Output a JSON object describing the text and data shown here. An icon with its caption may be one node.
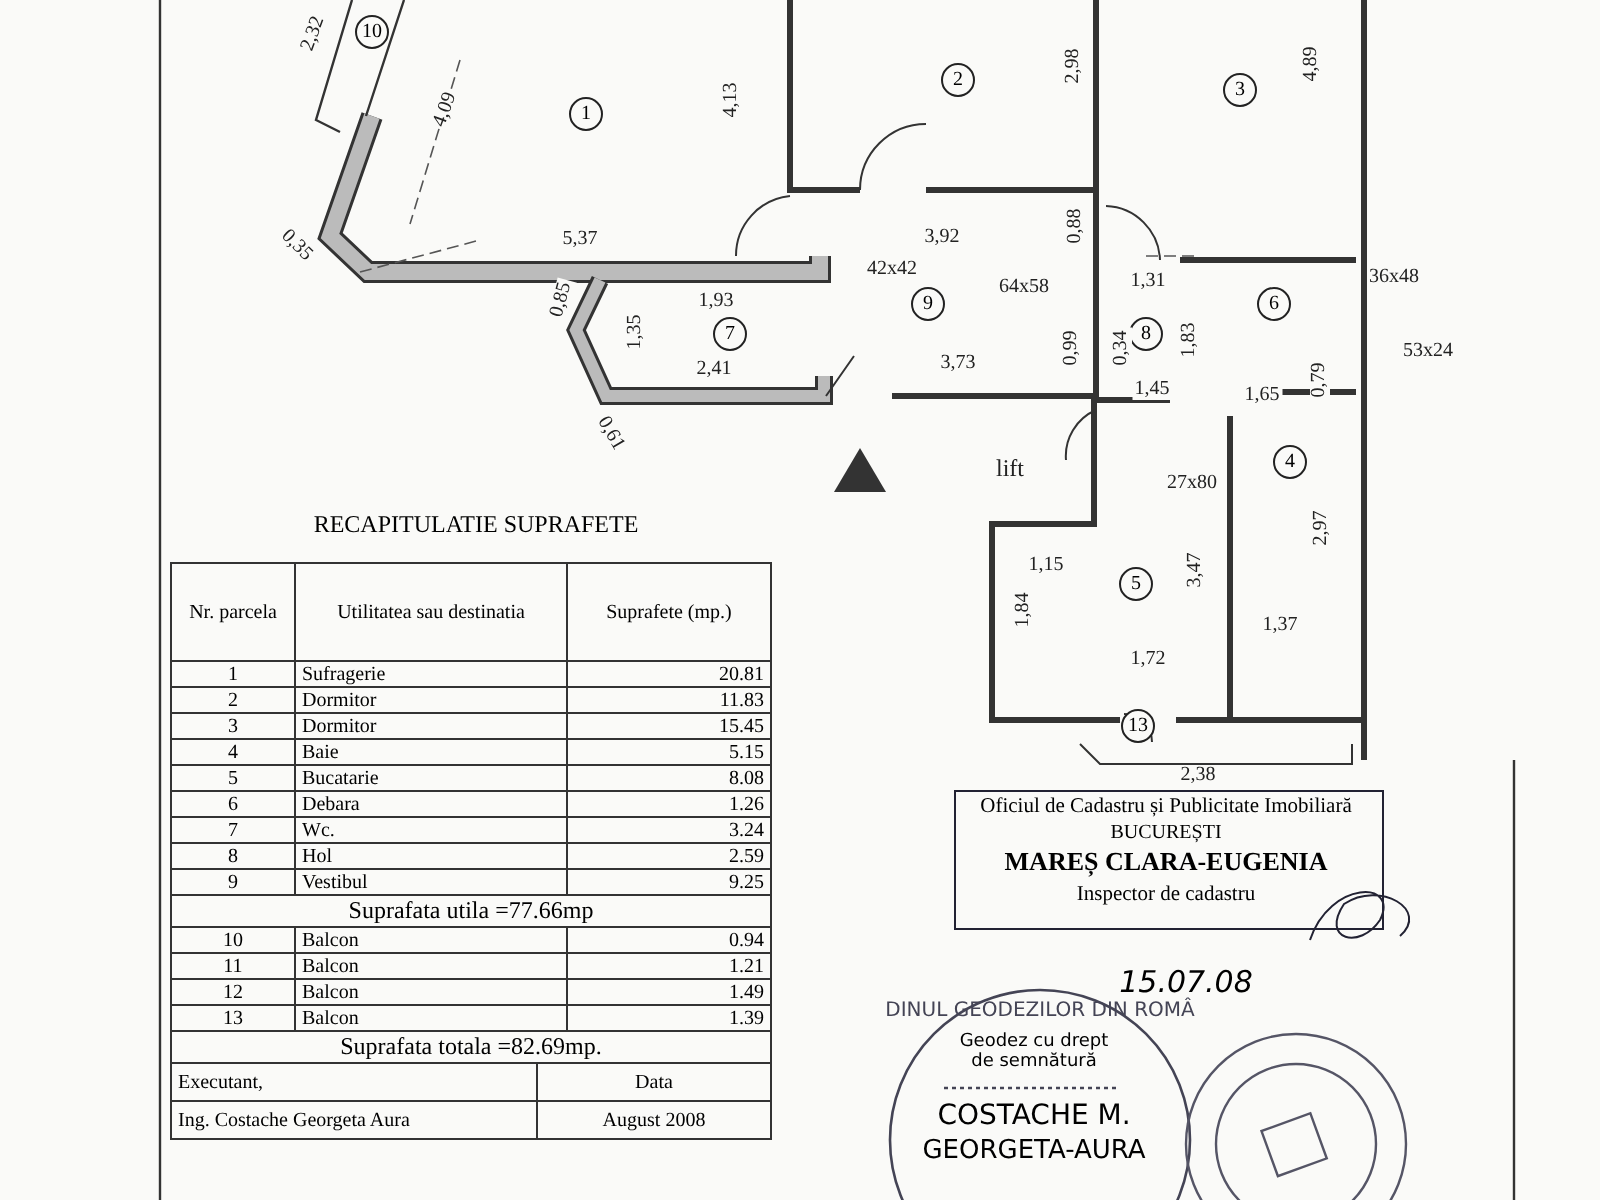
{
  "diagram": {
    "labels": [
      "2,32",
      "10",
      "4,09",
      "1",
      "4,13",
      "2",
      "2,98",
      "3",
      "4,89",
      "5,37",
      "0,35",
      "3,92",
      "0,88",
      "42x42",
      "64x58",
      "1,31",
      "36x48",
      "9",
      "6",
      "0,85",
      "1,93",
      "1,35",
      "7",
      "8",
      "0,99",
      "0,34",
      "1,83",
      "3,73",
      "53x24",
      "2,41",
      "1,45",
      "1,65",
      "0,79",
      "0,61",
      "lift",
      "27x80",
      "4",
      "2,97",
      "1,15",
      "5",
      "3,47",
      "1,84",
      "1,37",
      "1,72",
      "13",
      "2,38",
      "RECAPITULATIE SUPRAFETE",
      "Nr. parcela",
      "Utilitatea sau destinatia",
      "Suprafete (mp.)",
      "1",
      "Sufragerie",
      "20.81",
      "2",
      "Dormitor",
      "11.83",
      "3",
      "Dormitor",
      "15.45",
      "4",
      "Baie",
      "5.15",
      "5",
      "Bucatarie",
      "8.08",
      "6",
      "Debara",
      "1.26",
      "7",
      "Wc.",
      "3.24",
      "8",
      "Hol",
      "2.59",
      "9",
      "Vestibul",
      "9.25",
      "Suprafata utila =77.66mp",
      "10",
      "Balcon",
      "0.94",
      "11",
      "Balcon",
      "1.21",
      "12",
      "Balcon",
      "1.49",
      "13",
      "Balcon",
      "1.39",
      "Suprafata totala =82.69mp.",
      "Executant,",
      "Data",
      "Ing. Costache Georgeta Aura",
      "August 2008",
      "Oficiul de Cadastru și Publicitate Imobiliară",
      "BUCUREȘTI",
      "MAREȘ CLARA-EUGENIA",
      "Inspector de cadastru",
      "15.07.08",
      "DINUL GEODEZILOR DIN ROMÂ",
      "Geodez cu drept de semnătură",
      "COSTACHE M.",
      "GEORGETA-AURA"
    ]
  }
}
